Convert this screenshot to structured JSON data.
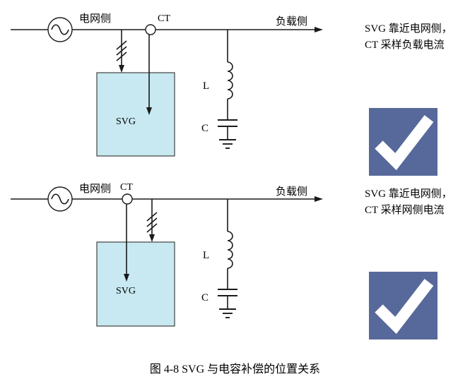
{
  "caption": "图 4-8 SVG 与电容补偿的位置关系",
  "colors": {
    "svg_box_fill": "#c8e9f1",
    "check_bg": "#57689b",
    "check_color": "#ffffff"
  },
  "circuit_top": {
    "grid_label": "电网侧",
    "ct_label": "CT",
    "load_label": "负载侧",
    "svg_label": "SVG",
    "inductor_label": "L",
    "capacitor_label": "C"
  },
  "circuit_bottom": {
    "grid_label": "电网侧",
    "ct_label": "CT",
    "load_label": "负载侧",
    "svg_label": "SVG",
    "inductor_label": "L",
    "capacitor_label": "C"
  },
  "notes": [
    {
      "text": "SVG 靠近电网侧，CT 采样负载电流"
    },
    {
      "text": "SVG 靠近电网侧，CT 采样网侧电流"
    }
  ]
}
